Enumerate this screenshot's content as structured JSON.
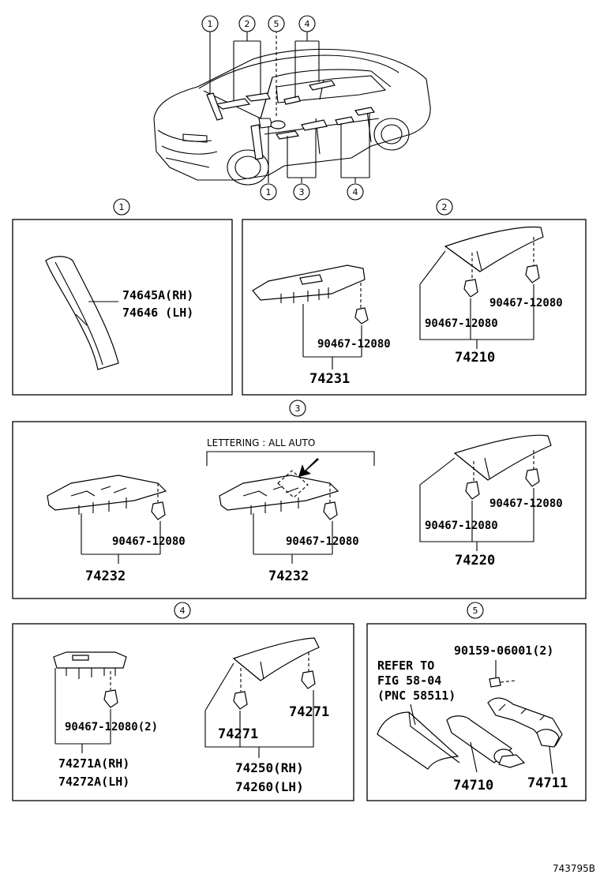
{
  "callout_numbers": [
    "1",
    "2",
    "3",
    "4",
    "5"
  ],
  "sections": {
    "s1": {
      "labels": [
        "74645A(RH)",
        "74646  (LH)"
      ]
    },
    "s2": {
      "labels": [
        "90467-12080",
        "74231",
        "90467-12080",
        "90467-12080",
        "74210"
      ]
    },
    "s3": {
      "lettering": "LETTERING : ALL AUTO",
      "labels": [
        "90467-12080",
        "74232",
        "90467-12080",
        "74232",
        "90467-12080",
        "90467-12080",
        "74220"
      ]
    },
    "s4": {
      "labels": [
        "90467-12080(2)",
        "74271A(RH)",
        "74272A(LH)",
        "74271",
        "74271",
        "74250(RH)",
        "74260(LH)"
      ]
    },
    "s5": {
      "refer": [
        "REFER TO",
        "FIG 58-04",
        "(PNC 58511)"
      ],
      "labels": [
        "90159-06001(2)",
        "74710",
        "74711"
      ]
    }
  },
  "figure_id": "743795B"
}
